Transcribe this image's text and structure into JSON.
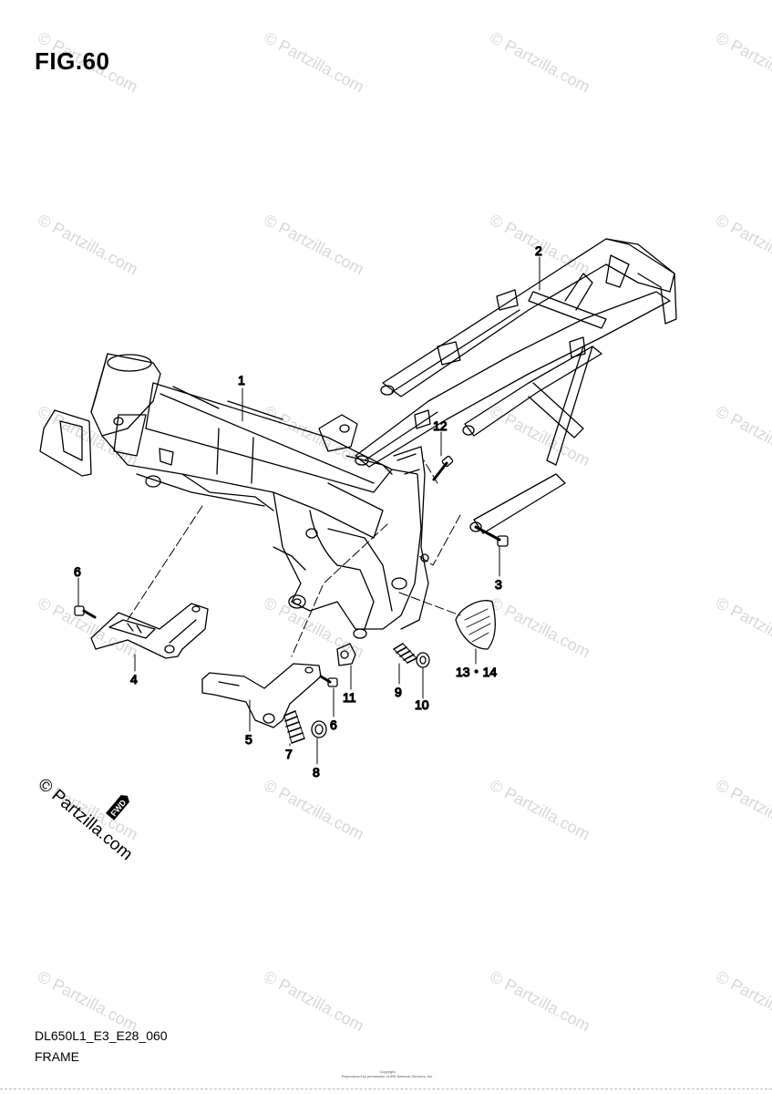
{
  "figure": {
    "title": "FIG.60",
    "model_code": "DL650L1_E3_E28_060",
    "section_name": "FRAME",
    "copyright_line1": "Copyright",
    "copyright_line2": "Reproduced by permission of ARI Network Services, Inc."
  },
  "watermark": {
    "text": "© Partzilla.com",
    "color": "#d8d8d8"
  },
  "brand_stamp": {
    "text": "© Partzilla.com",
    "direction_badge": "FWD"
  },
  "callouts": [
    {
      "label": "1"
    },
    {
      "label": "2"
    },
    {
      "label": "3"
    },
    {
      "label": "4"
    },
    {
      "label": "5"
    },
    {
      "label": "6"
    },
    {
      "label": "6"
    },
    {
      "label": "7"
    },
    {
      "label": "8"
    },
    {
      "label": "9"
    },
    {
      "label": "10"
    },
    {
      "label": "11"
    },
    {
      "label": "12"
    },
    {
      "label": "13・14"
    }
  ]
}
